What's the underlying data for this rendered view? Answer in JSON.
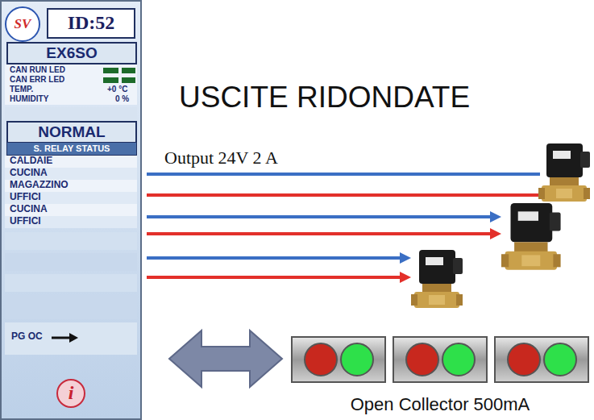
{
  "diagram": {
    "title": "USCITE RIDONDATE",
    "nodes": [
      {
        "text": [
          "SV"
        ]
      },
      {
        "text": [
          "ID:52"
        ]
      },
      {
        "text": [
          "EX6SO"
        ]
      },
      {
        "text": [
          "NORMAL"
        ]
      },
      {
        "text": [
          "S. RELAY STATUS"
        ]
      },
      {
        "text": [
          "i"
        ]
      }
    ],
    "labels": [
      "CAN RUN LED",
      "CAN ERR LED",
      "TEMP.",
      "+0 °C",
      "HUMIDITY",
      "0 %",
      "CALDAIE",
      "CUCINA",
      "MAGAZZINO",
      "UFFICI",
      "CUCINA",
      "UFFICI",
      "PG OC",
      "Output 24V 2 A",
      "Open Collector 500mA"
    ]
  }
}
